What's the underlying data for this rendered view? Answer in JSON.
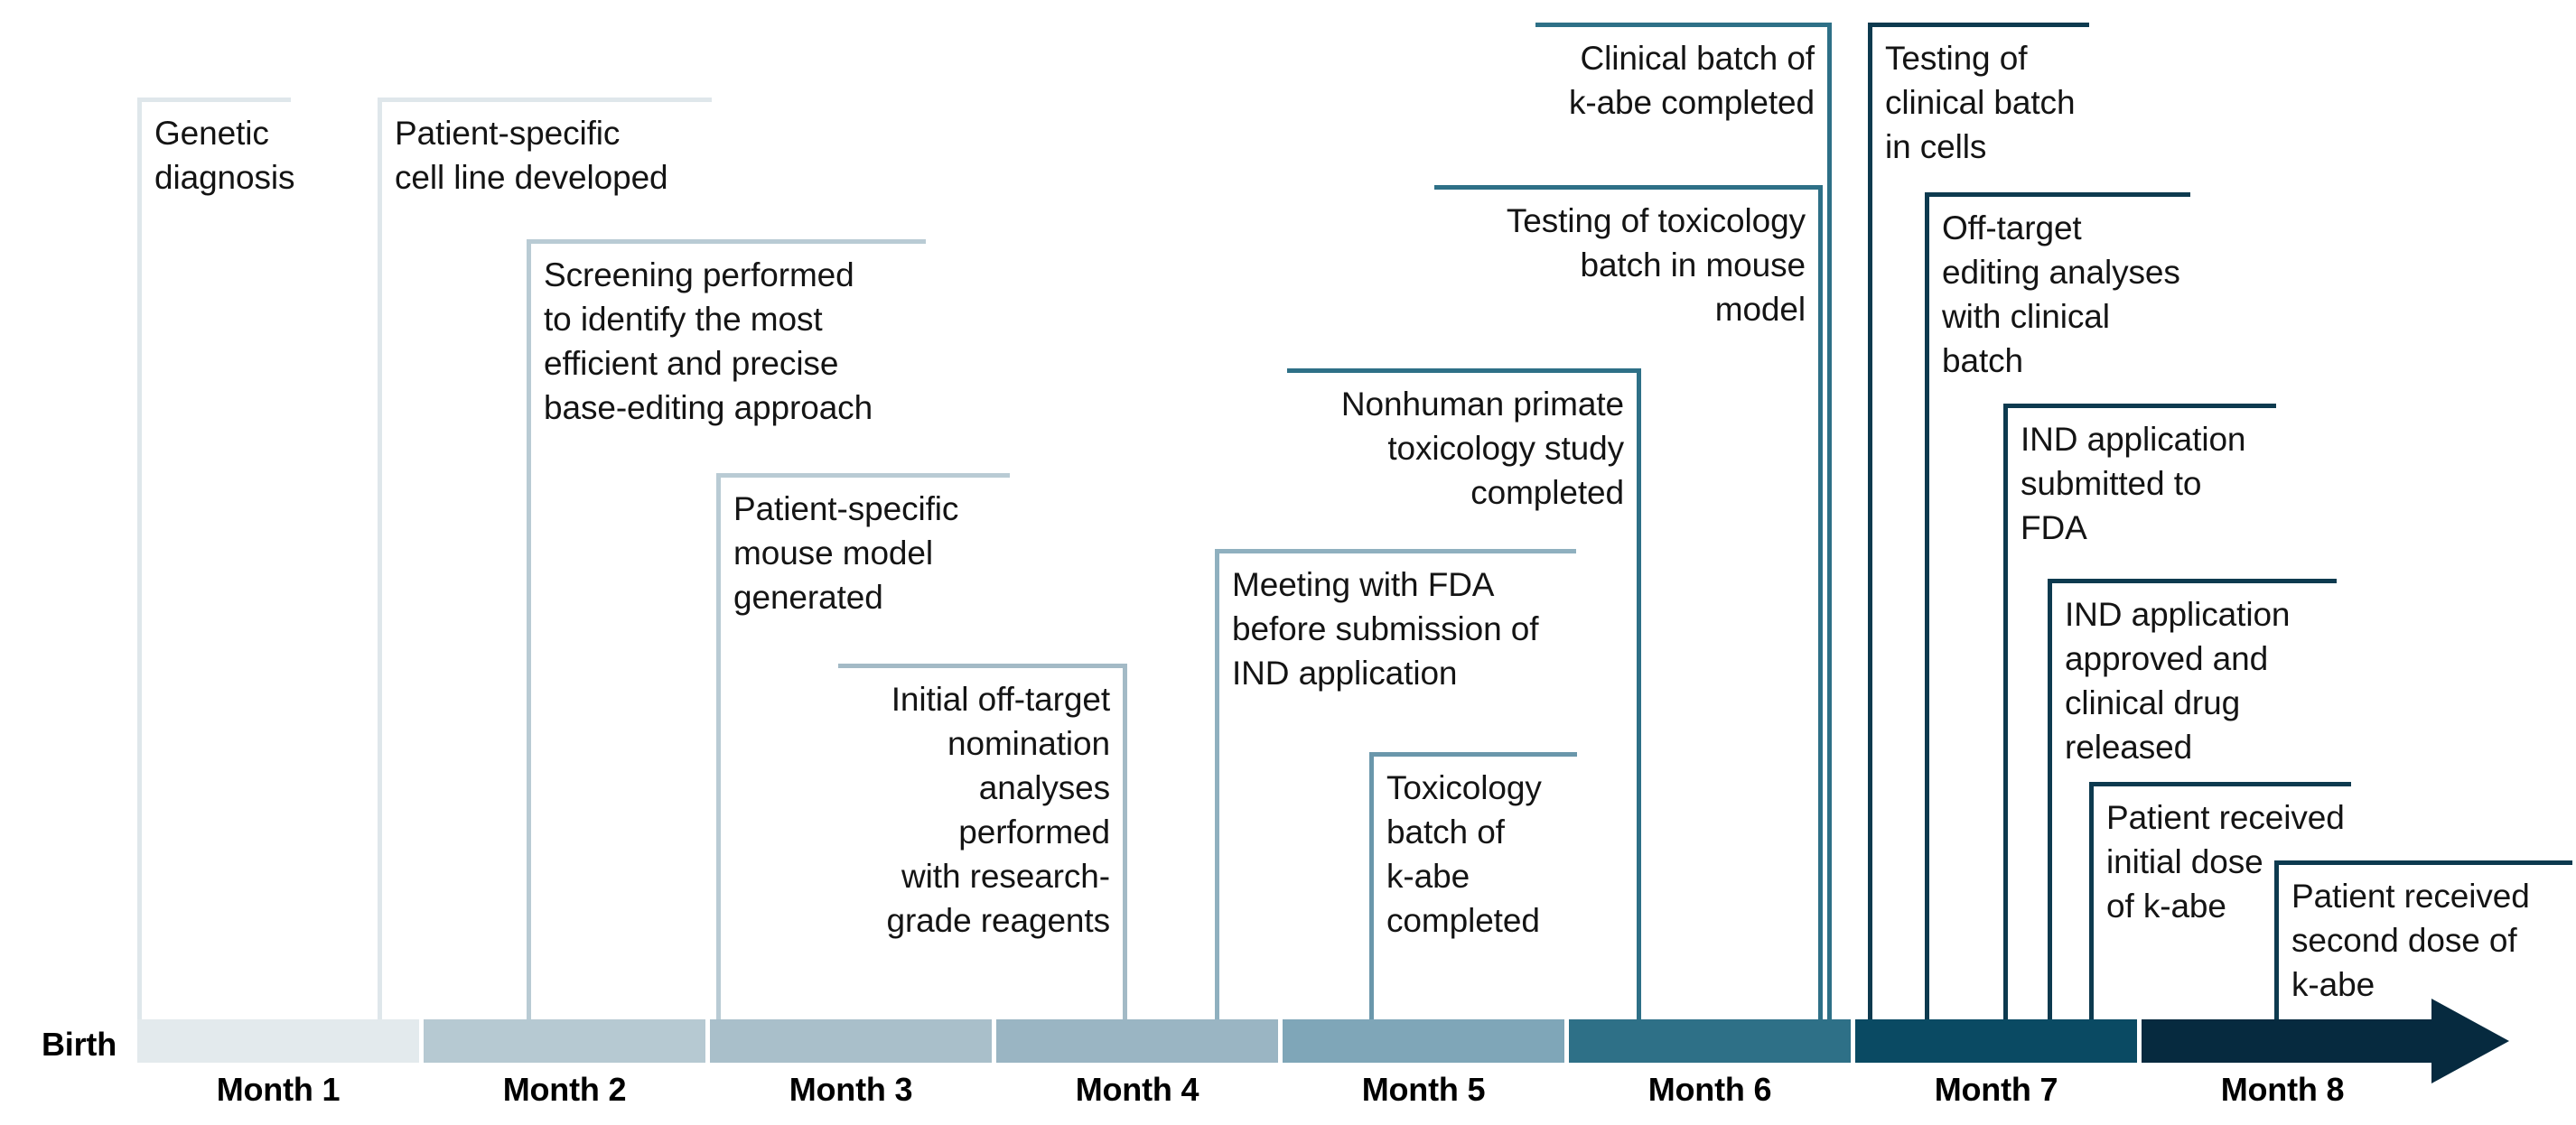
{
  "figure": {
    "type": "timeline",
    "birth_label": "Birth",
    "axis": {
      "months": [
        {
          "label": "Month 1",
          "color": "#e3eaed"
        },
        {
          "label": "Month 2",
          "color": "#b6c9d2"
        },
        {
          "label": "Month 3",
          "color": "#a9bfca"
        },
        {
          "label": "Month 4",
          "color": "#9ab5c3"
        },
        {
          "label": "Month 5",
          "color": "#7fa6b8"
        },
        {
          "label": "Month 6",
          "color": "#2e7087"
        },
        {
          "label": "Month 7",
          "color": "#0a4a63"
        },
        {
          "label": "Month 8",
          "color": "#062a3f"
        }
      ],
      "arrow_color": "#062a3f"
    },
    "palette": {
      "lightest": "#dfe7eb",
      "light": "#b9cbd4",
      "mid_light": "#a3bac6",
      "mid": "#7fa6b8",
      "teal": "#2e7087",
      "dark_teal": "#14536b",
      "darkest": "#0d3a4f"
    },
    "events": [
      {
        "id": "genetic-diagnosis",
        "text": "Genetic\ndiagnosis",
        "align": "left",
        "color": "#dfe7eb"
      },
      {
        "id": "cell-line-developed",
        "text": "Patient-specific\ncell line developed",
        "align": "left",
        "color": "#dfe7eb"
      },
      {
        "id": "screening-performed",
        "text": "Screening performed\nto identify the most\nefficient and precise\nbase-editing approach",
        "align": "left",
        "color": "#b9cbd4"
      },
      {
        "id": "mouse-model-generated",
        "text": "Patient-specific\nmouse model\ngenerated",
        "align": "left",
        "color": "#b9cbd4"
      },
      {
        "id": "initial-off-target",
        "text": "Initial off-target\nnomination\nanalyses\nperformed\nwith research-\ngrade reagents",
        "align": "right",
        "color": "#a3bac6"
      },
      {
        "id": "meeting-with-fda",
        "text": "Meeting with FDA\nbefore submission of\nIND application",
        "align": "left",
        "color": "#8fb0bf"
      },
      {
        "id": "toxicology-batch-kabe",
        "text": "Toxicology\nbatch of\nk-abe\ncompleted",
        "align": "left",
        "color": "#6a97ab"
      },
      {
        "id": "nhp-toxicology-study",
        "text": "Nonhuman primate\ntoxicology study\ncompleted",
        "align": "right",
        "color": "#2e7087"
      },
      {
        "id": "testing-toxicology-mouse",
        "text": "Testing of toxicology\nbatch in mouse\nmodel",
        "align": "right",
        "color": "#2e7087"
      },
      {
        "id": "clinical-batch-completed",
        "text": "Clinical batch of\nk-abe completed",
        "align": "right",
        "color": "#2e7087"
      },
      {
        "id": "testing-clinical-cells",
        "text": "Testing of\nclinical batch\nin cells",
        "align": "left",
        "color": "#0d3a4f"
      },
      {
        "id": "off-target-clinical",
        "text": "Off-target\nediting analyses\nwith clinical\nbatch",
        "align": "left",
        "color": "#0d3a4f"
      },
      {
        "id": "ind-submitted",
        "text": "IND application\nsubmitted to\nFDA",
        "align": "left",
        "color": "#0d3a4f"
      },
      {
        "id": "ind-approved",
        "text": "IND application\napproved and\nclinical drug\nreleased",
        "align": "left",
        "color": "#0d3a4f"
      },
      {
        "id": "initial-dose",
        "text": "Patient received\ninitial dose\nof k-abe",
        "align": "left",
        "color": "#0d3a4f"
      },
      {
        "id": "second-dose",
        "text": "Patient received\nsecond dose of\nk-abe",
        "align": "left",
        "color": "#0d3a4f"
      }
    ]
  }
}
